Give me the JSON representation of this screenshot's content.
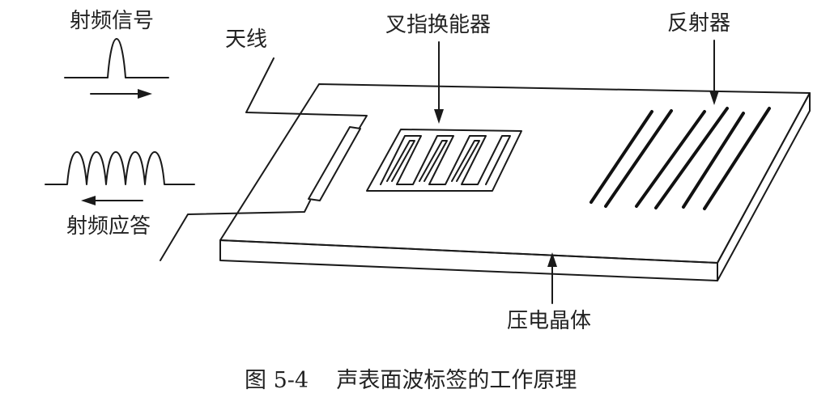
{
  "labels": {
    "rf_signal": "射频信号",
    "antenna": "天线",
    "idt": "叉指换能器",
    "reflector": "反射器",
    "rf_response": "射频应答",
    "piezo_crystal": "压电晶体"
  },
  "caption": "图 5-4    声表面波标签的工作原理"
}
